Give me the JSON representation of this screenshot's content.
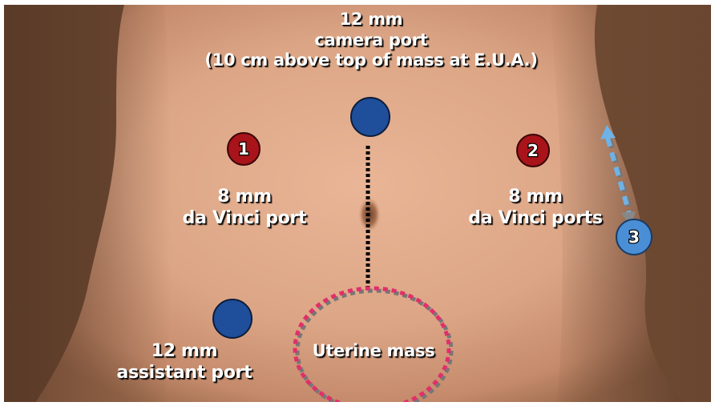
{
  "labels": {
    "camera": [
      "12 mm",
      "camera port",
      "(10 cm above top of mass at E.U.A.)"
    ],
    "left_port": [
      "8 mm",
      "da Vinci port"
    ],
    "right_ports": [
      "8 mm",
      "da Vinci ports"
    ],
    "assistant": [
      "12 mm",
      "assistant port"
    ],
    "mass": "Uterine mass"
  },
  "port_numbers": {
    "port_1": "1",
    "port_2": "2",
    "port_3": "3"
  },
  "colors": {
    "camera_port": "#1f4e9a",
    "davinci_port": "#a8141a",
    "port_3": "#4a8fd6",
    "mass_outline": "#e0306a",
    "midline": "#000000",
    "arrow": "#6fb2e6"
  }
}
